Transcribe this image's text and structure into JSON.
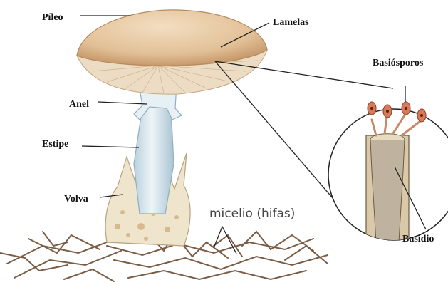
{
  "labels": {
    "pileo": "Píleo",
    "lamelas": "Lamelas",
    "anel": "Anel",
    "estipe": "Estipe",
    "volva": "Volva",
    "micelio": "micelio (hifas)",
    "basiosporos": "Basiósporos",
    "basidio": "Basídio"
  },
  "colors": {
    "cap": "#e6c8a2",
    "cap_shade": "#c79a6c",
    "gills": "#ecdcc4",
    "stipe": "#dce9f0",
    "stipe_shadow": "#a9c3d2",
    "volva": "#efe4cc",
    "hyphae": "#7a5c45",
    "spore": "#d77a5a"
  }
}
